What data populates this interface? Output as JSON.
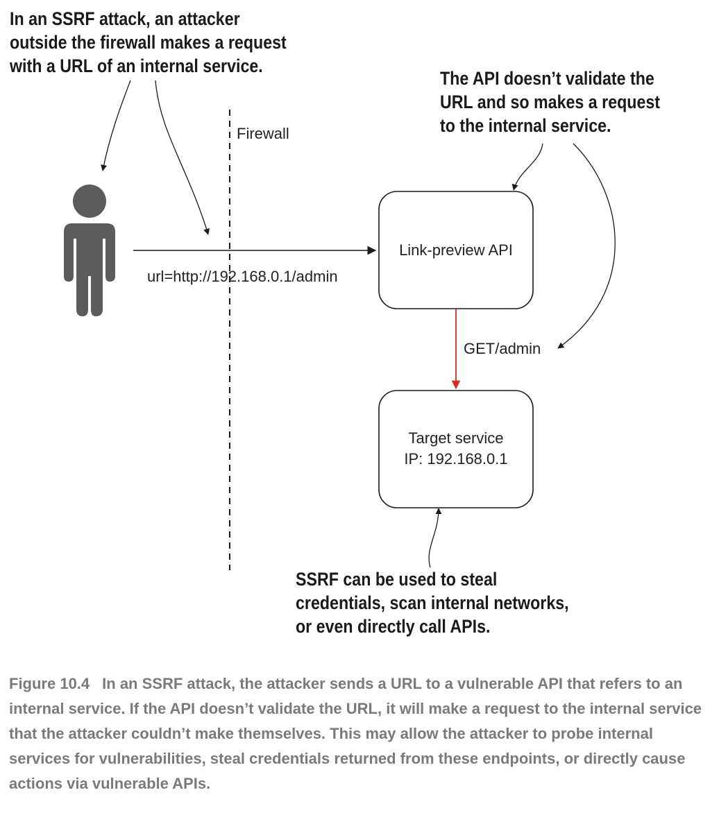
{
  "annotations": {
    "attacker_note": [
      "In an SSRF attack, an attacker",
      "outside the firewall makes a request",
      "with a URL of an internal service."
    ],
    "api_note": [
      "The API doesn’t validate the",
      "URL and so makes a request",
      "to the internal service."
    ],
    "ssrf_note": [
      "SSRF can be used to steal",
      "credentials, scan internal networks,",
      "or even directly call APIs."
    ]
  },
  "labels": {
    "firewall": "Firewall",
    "request_url": "url=http://192.168.0.1/admin",
    "api_box": "Link-preview API",
    "target_name": "Target service",
    "target_ip": "IP: 192.168.0.1",
    "get_request": "GET/admin"
  },
  "caption": {
    "figure": "Figure 10.4",
    "text": "In an SSRF attack, the attacker sends a URL to a vulnerable API that refers to an internal service. If the API doesn’t validate the URL, it will make a request to the internal service that the attacker couldn’t make themselves. This may allow the attacker to probe internal services for vulnerabilities, steal credentials returned from these endpoints, or directly cause actions via vulnerable APIs."
  },
  "colors": {
    "attacker_icon": "#5a5c5e",
    "get_arrow": "#d42a2a"
  },
  "icons": {
    "attacker": "person-icon"
  }
}
